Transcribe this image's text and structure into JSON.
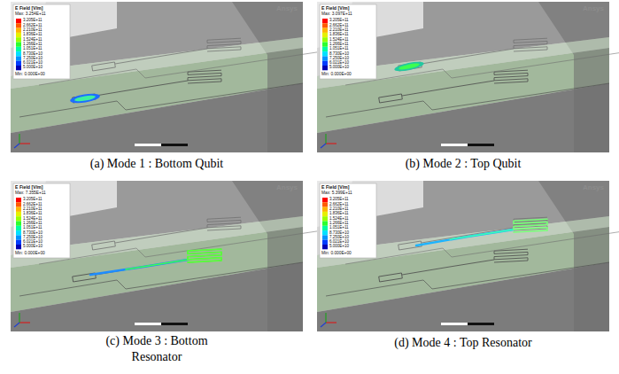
{
  "diagram": {
    "labels": [
      "E Field [V/m]",
      "Max: 3.254E+11",
      "3.205E+11",
      "2.662E+11",
      "2.210E+11",
      "1.836E+11",
      "1.524E+11",
      "1.266E+11",
      "1.051E+11",
      "8.730E+10",
      "7.250E+10",
      "6.021E+10",
      "5.000E+10",
      "Min: 0.000E+00",
      "Ansys",
      "(a) Mode 1 : Bottom Qubit",
      "E Field [V/m]",
      "Max: 3.097E+11",
      "3.205E+11",
      "2.662E+11",
      "2.210E+11",
      "1.836E+11",
      "1.524E+11",
      "1.266E+11",
      "1.051E+11",
      "8.730E+10",
      "7.250E+10",
      "6.021E+10",
      "5.000E+10",
      "Min: 0.000E+00",
      "Ansys",
      "(b) Mode 2 : Top Qubit",
      "E Field [V/m]",
      "Max: 7.355E+11",
      "3.205E+11",
      "2.662E+11",
      "2.210E+11",
      "1.836E+11",
      "1.524E+11",
      "1.266E+11",
      "1.051E+11",
      "8.730E+10",
      "7.250E+10",
      "6.021E+10",
      "5.000E+10",
      "Min: 0.000E+00",
      "Ansys",
      "(c) Mode 3 : Bottom Resonator",
      "E Field [V/m]",
      "Max: 5.399E+11",
      "3.205E+11",
      "2.662E+11",
      "2.210E+11",
      "1.836E+11",
      "1.524E+11",
      "1.266E+11",
      "1.051E+11",
      "8.730E+10",
      "7.250E+10",
      "6.021E+10",
      "5.000E+10",
      "Min: 0.000E+00",
      "Ansys",
      "(d) Mode 4 : Top Resonator"
    ]
  }
}
